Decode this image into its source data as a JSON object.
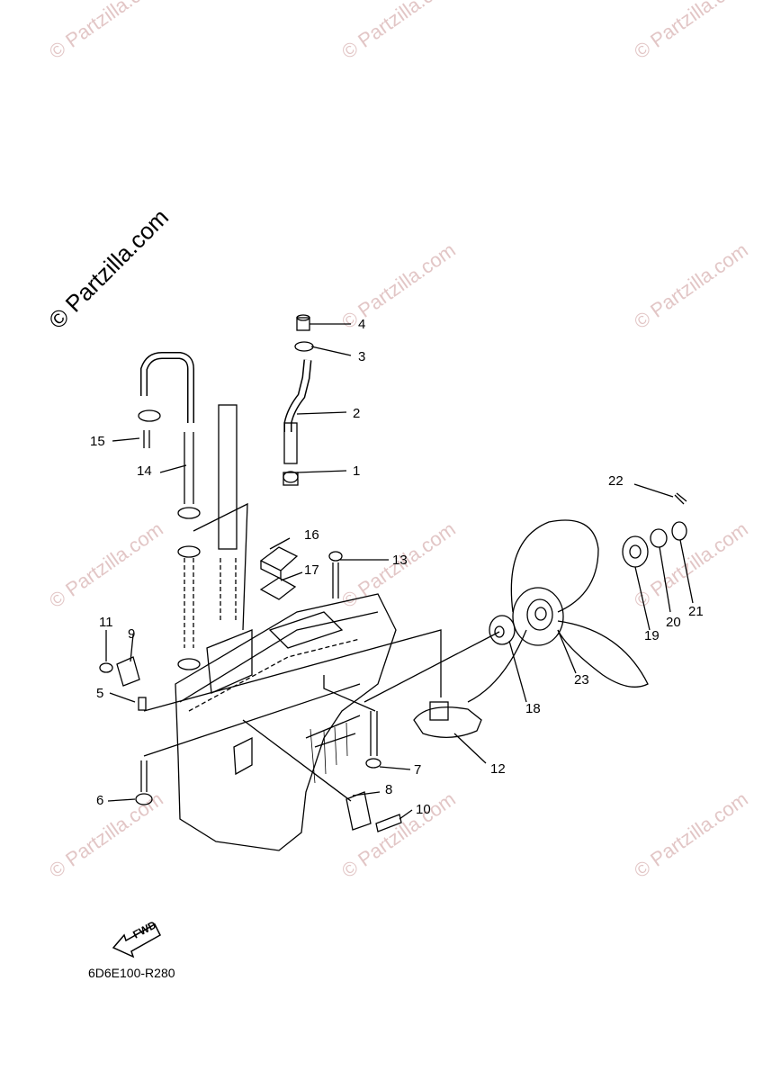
{
  "watermark": "© Partzilla.com",
  "copyright": "© Partzilla.com",
  "diagram_code": "6D6E100-R280",
  "fwd_label": "FWD",
  "callouts": [
    "1",
    "2",
    "3",
    "4",
    "5",
    "6",
    "7",
    "8",
    "9",
    "10",
    "11",
    "12",
    "13",
    "14",
    "15",
    "16",
    "17",
    "18",
    "19",
    "20",
    "21",
    "22",
    "23"
  ]
}
